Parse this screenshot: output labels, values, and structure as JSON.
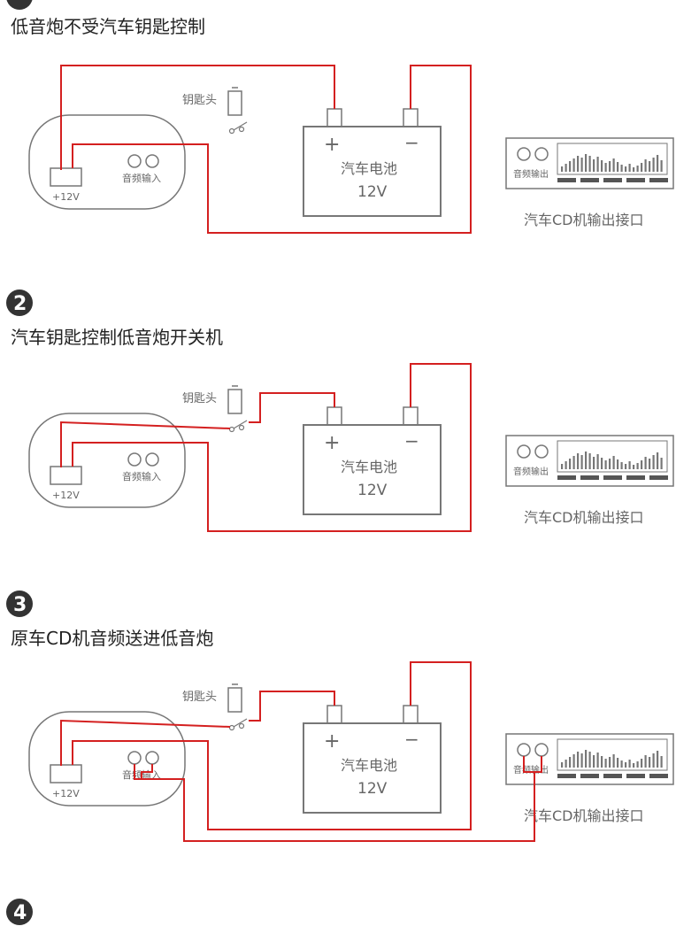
{
  "colors": {
    "wire": "#d42020",
    "outline": "#777777",
    "badge": "#333333"
  },
  "sections": [
    {
      "step": "",
      "title": "低音炮不受汽车钥匙控制",
      "labels": {
        "key": "钥匙头",
        "battery": "汽车电池",
        "voltage": "12V",
        "plus": "+",
        "minus": "−",
        "plus12v": "+12V",
        "audio_in": "音频输入",
        "cd_audio_out": "音频输出",
        "cd_caption": "汽车CD机输出接口"
      }
    },
    {
      "step": "2",
      "title": "汽车钥匙控制低音炮开关机",
      "labels": {
        "key": "钥匙头",
        "battery": "汽车电池",
        "voltage": "12V",
        "plus": "+",
        "minus": "−",
        "plus12v": "+12V",
        "audio_in": "音频输入",
        "cd_audio_out": "音频输出",
        "cd_caption": "汽车CD机输出接口"
      }
    },
    {
      "step": "3",
      "title": "原车CD机音频送进低音炮",
      "labels": {
        "key": "钥匙头",
        "battery": "汽车电池",
        "voltage": "12V",
        "plus": "+",
        "minus": "−",
        "plus12v": "+12V",
        "audio_in": "音频输入",
        "cd_audio_out": "音频输出",
        "cd_caption": "汽车CD机输出接口"
      }
    },
    {
      "step": "4",
      "title": ""
    }
  ]
}
